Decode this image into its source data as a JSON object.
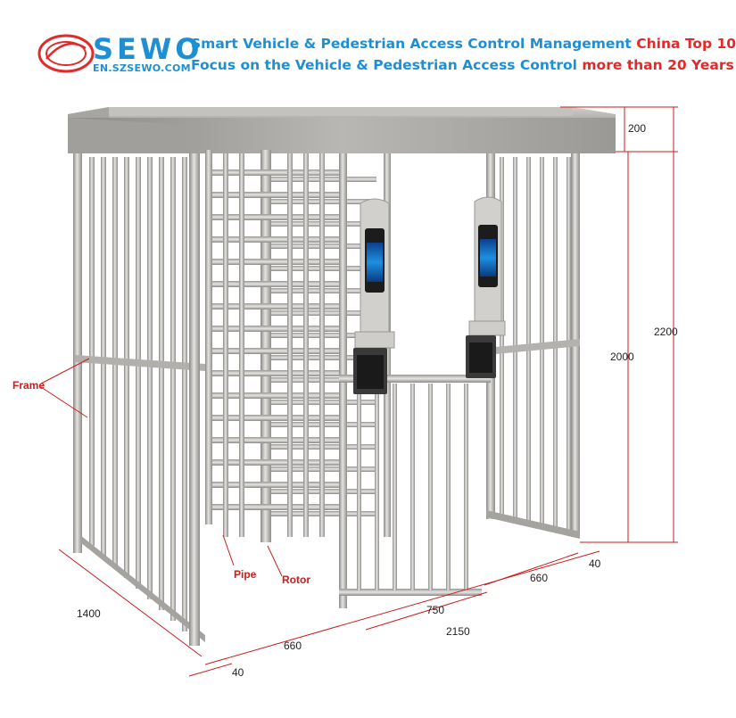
{
  "brand": {
    "name": "SEWO",
    "url": "EN.SZSEWO.COM",
    "colors": {
      "primary": "#1f8fd4",
      "accent": "#e02b2b"
    }
  },
  "header": {
    "line1_main": "Smart Vehicle & Pedestrian Access Control Management ",
    "line1_highlight": "China Top 10",
    "line2_main": "Focus on the Vehicle & Pedestrian Access Control ",
    "line2_highlight": "more than 20 Years"
  },
  "diagram": {
    "callouts": {
      "frame": "Frame",
      "pipe": "Pipe",
      "rotor": "Rotor"
    },
    "dimensions": {
      "roof": "200",
      "overall_height": "2200",
      "inner_height": "2000",
      "depth": "1400",
      "total_width": "2150",
      "passage": "750",
      "side_left": "660",
      "side_right": "660",
      "offset_left": "40",
      "offset_right": "40"
    }
  }
}
